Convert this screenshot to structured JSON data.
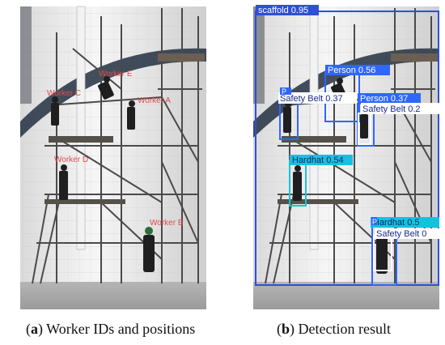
{
  "panel_a": {
    "labels": [
      "Worker E",
      "Worker C",
      "Worker A",
      "Worker D",
      "Worker B"
    ]
  },
  "panel_b": {
    "detections": [
      "scaffold 0.95",
      "Person 0.56",
      "Person 0.37",
      "Safety Belt 0.37",
      "Safety Belt 0.2",
      "Hardhat 0.54",
      "Hardhat 0.5",
      "Safety Belt 0"
    ],
    "partial_labels": [
      "P",
      "P"
    ]
  },
  "captions": {
    "a_letter": "a",
    "a_text": "Worker IDs and positions",
    "b_letter": "b",
    "b_text": "Detection result"
  },
  "colors": {
    "worker_label": "#e14b4b",
    "scaffold_box": "#2f4fd6",
    "person_box": "#2f66ff",
    "belt_box": "#ffffff",
    "hardhat_box": "#14c2e0"
  }
}
